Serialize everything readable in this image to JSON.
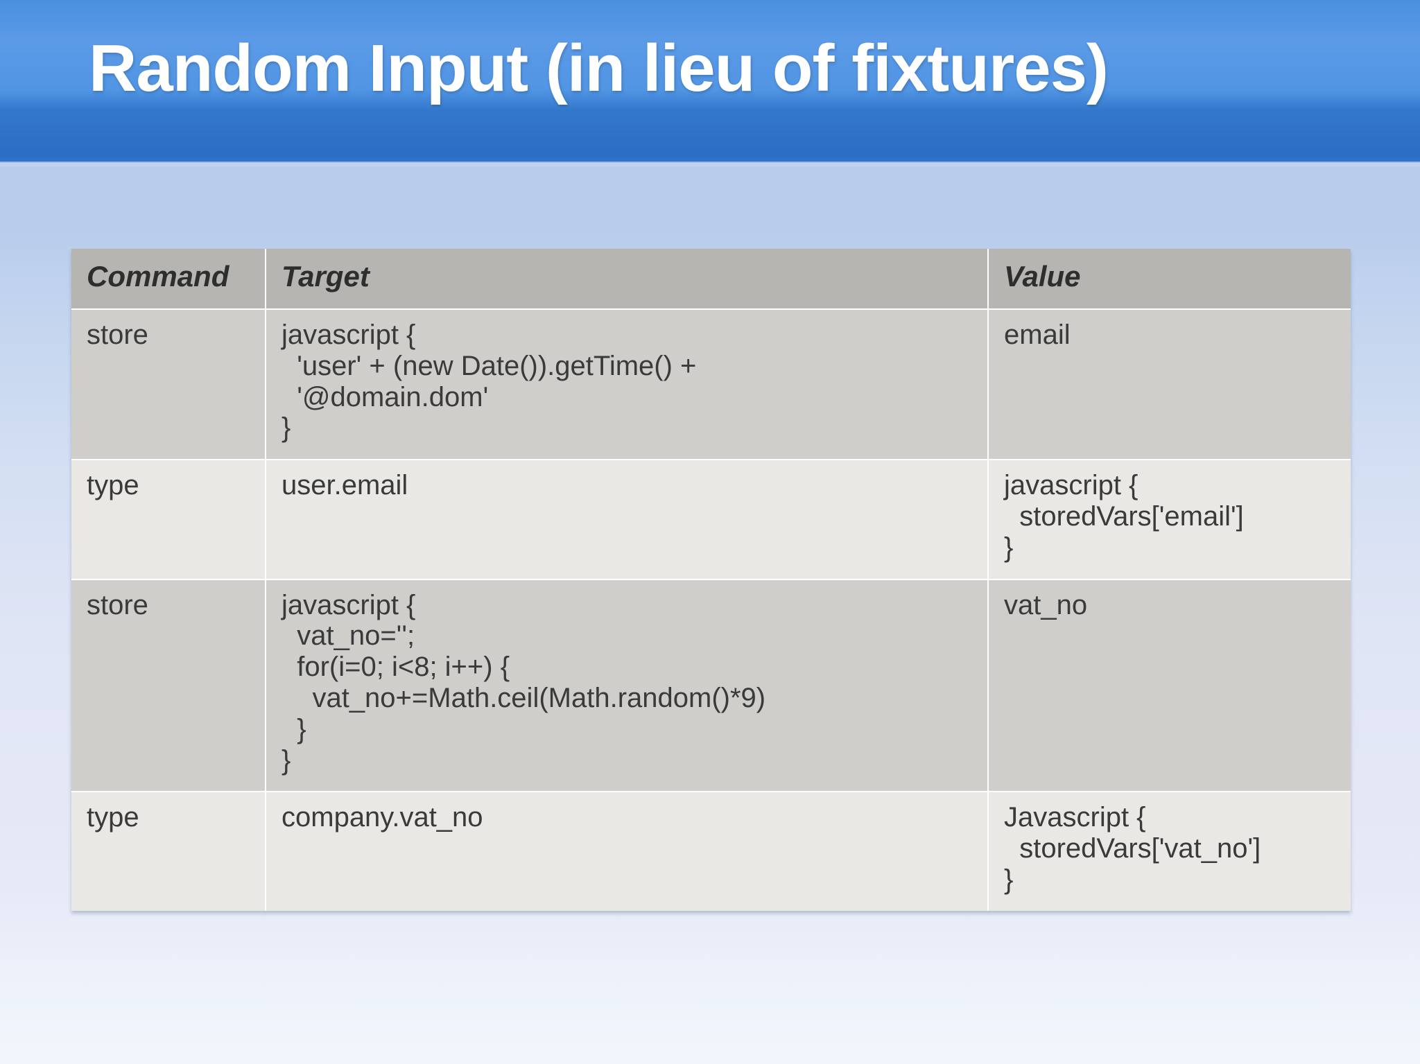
{
  "slide": {
    "title": "Random Input (in lieu of fixtures)",
    "accent_color": "#3377cc",
    "background_top_color": "#b8cdec",
    "background_bottom_color": "#f2f6fc",
    "header_row_color": "#b6b5b2",
    "row_odd_color": "#cfcecb",
    "row_even_color": "#e9e8e5"
  },
  "table": {
    "columns": [
      "Command",
      "Target",
      "Value"
    ],
    "rows": [
      {
        "command": "store",
        "target": "javascript {\n  'user' + (new Date()).getTime() +\n  '@domain.dom'\n}",
        "value": "email"
      },
      {
        "command": "type",
        "target": "user.email",
        "value": "javascript {\n  storedVars['email']\n}"
      },
      {
        "command": "store",
        "target": "javascript {\n  vat_no='';\n  for(i=0; i<8; i++) {\n    vat_no+=Math.ceil(Math.random()*9)\n  }\n}",
        "value": "vat_no"
      },
      {
        "command": "type",
        "target": "company.vat_no",
        "value": "Javascript {\n  storedVars['vat_no']\n}"
      }
    ]
  }
}
